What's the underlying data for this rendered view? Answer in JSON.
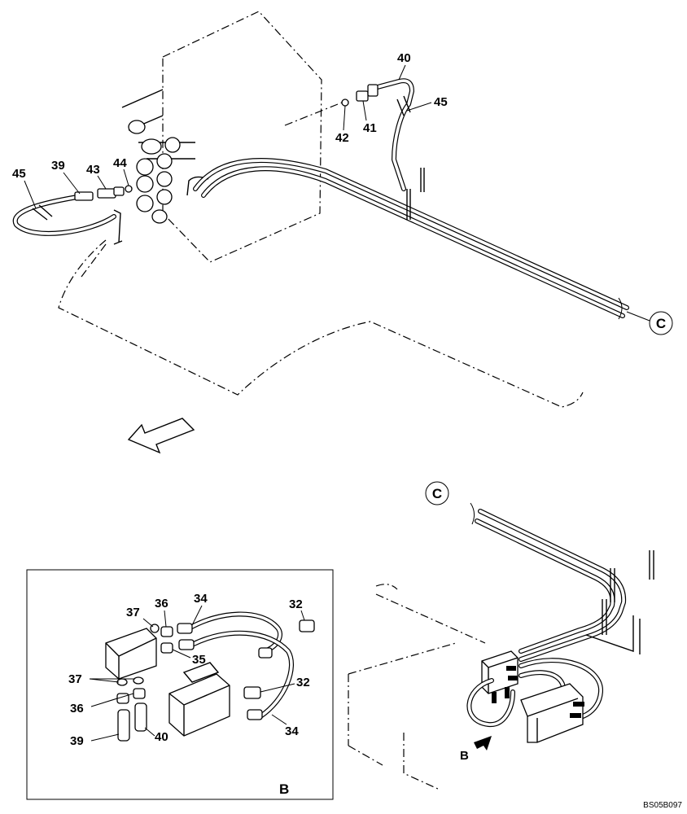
{
  "drawing": {
    "code": "BS05B097",
    "view_label": "B",
    "view_arrow_label": "B",
    "connector": "C"
  },
  "callouts": {
    "top": {
      "p45_left": "45",
      "p39": "39",
      "p43": "43",
      "p44": "44",
      "p40": "40",
      "p45_right": "45",
      "p42": "42",
      "p41": "41"
    },
    "detail": {
      "p37_a": "37",
      "p36_a": "36",
      "p34_a": "34",
      "p32_a": "32",
      "p35": "35",
      "p37_b": "37",
      "p36_b": "36",
      "p32_b": "32",
      "p39": "39",
      "p40": "40",
      "p34_b": "34"
    }
  }
}
